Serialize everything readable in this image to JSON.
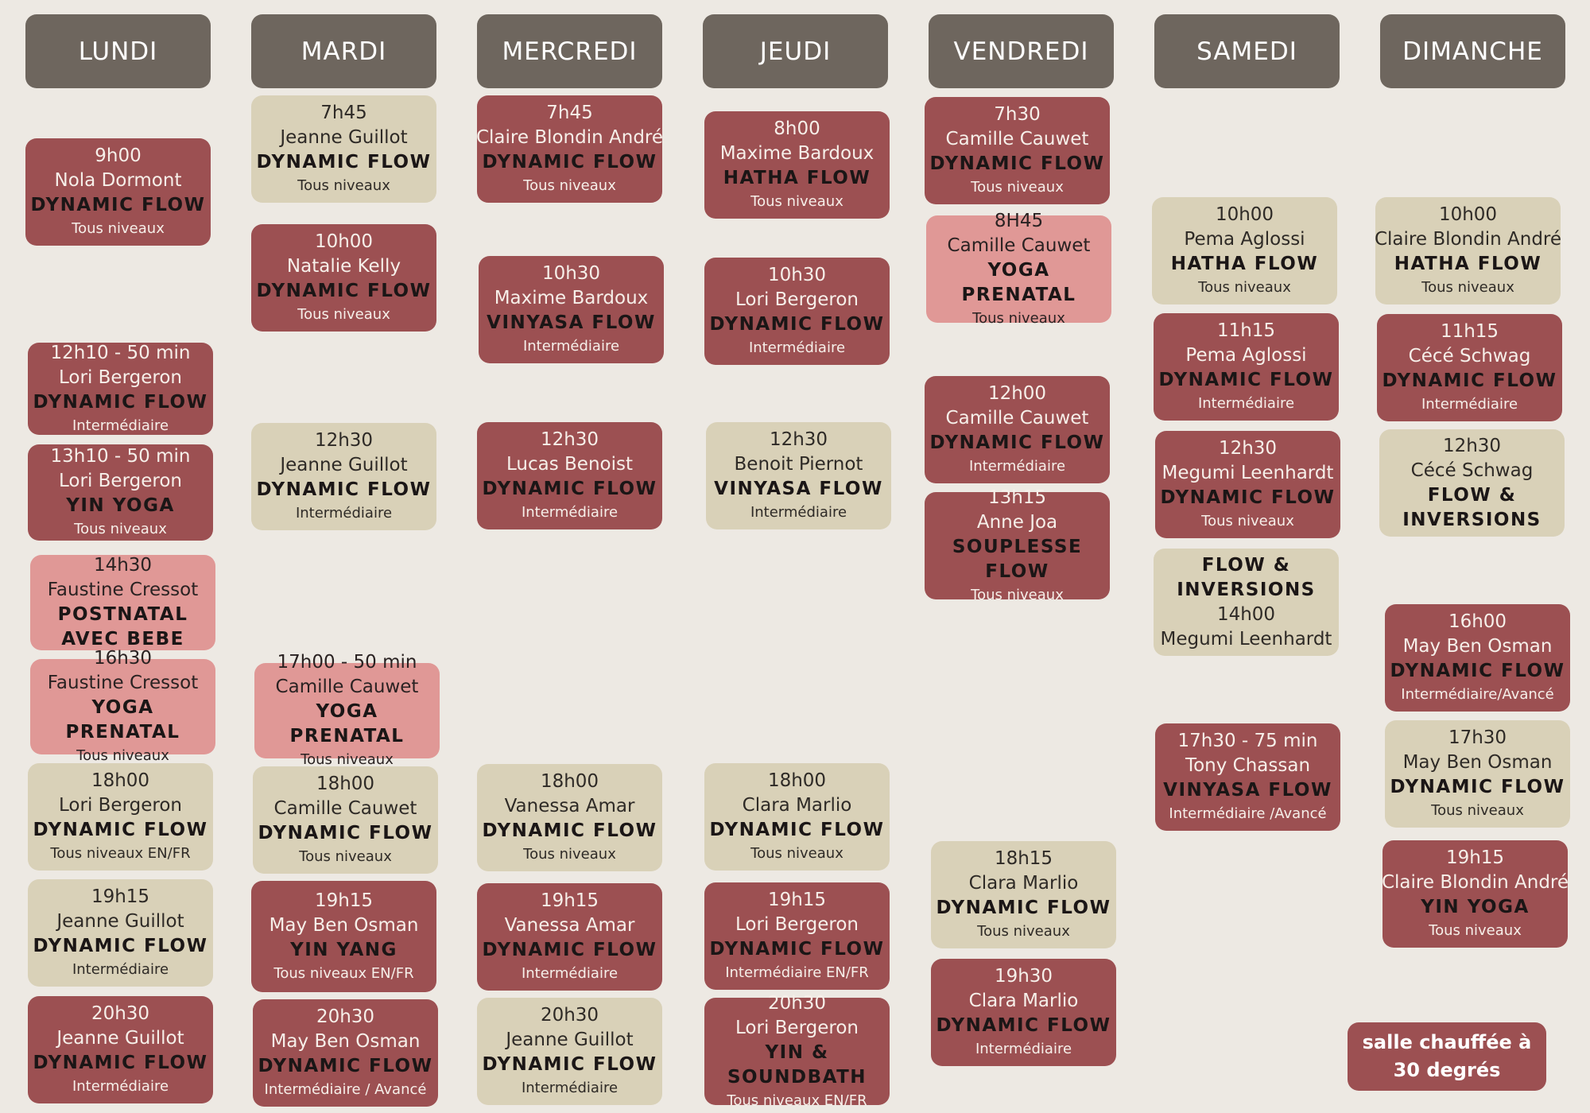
{
  "days": [
    "LUNDI",
    "MARDI",
    "MERCREDI",
    "JEUDI",
    "VENDREDI",
    "SAMEDI",
    "DIMANCHE"
  ],
  "cards": [
    {
      "tone": "r",
      "lines": [
        {
          "k": "ln",
          "t": "9h00"
        },
        {
          "k": "ln",
          "t": "Nola Dormont"
        },
        {
          "k": "cls",
          "t": "DYNAMIC FLOW"
        },
        {
          "k": "lvl",
          "t": "Tous niveaux"
        }
      ]
    },
    {
      "tone": "r",
      "lines": [
        {
          "k": "ln",
          "t": "12h10 - 50 min"
        },
        {
          "k": "ln",
          "t": "Lori Bergeron"
        },
        {
          "k": "cls",
          "t": "DYNAMIC FLOW"
        },
        {
          "k": "lvl",
          "t": "Intermédiaire"
        }
      ]
    },
    {
      "tone": "r",
      "lines": [
        {
          "k": "ln",
          "t": "13h10 - 50 min"
        },
        {
          "k": "ln",
          "t": "Lori Bergeron"
        },
        {
          "k": "cls",
          "t": "YIN YOGA"
        },
        {
          "k": "lvl",
          "t": "Tous niveaux"
        }
      ]
    },
    {
      "tone": "p",
      "lines": [
        {
          "k": "ln",
          "t": "14h30"
        },
        {
          "k": "ln",
          "t": "Faustine Cressot"
        },
        {
          "k": "cls",
          "t": "POSTNATAL"
        },
        {
          "k": "cls",
          "t": "AVEC BEBE"
        }
      ]
    },
    {
      "tone": "p",
      "lines": [
        {
          "k": "ln",
          "t": "16h30"
        },
        {
          "k": "ln",
          "t": "Faustine Cressot"
        },
        {
          "k": "cls",
          "t": "YOGA PRENATAL"
        },
        {
          "k": "lvl",
          "t": "Tous niveaux"
        }
      ]
    },
    {
      "tone": "b",
      "lines": [
        {
          "k": "ln",
          "t": "18h00"
        },
        {
          "k": "ln",
          "t": "Lori Bergeron"
        },
        {
          "k": "cls",
          "t": "DYNAMIC FLOW"
        },
        {
          "k": "lvl",
          "t": "Tous niveaux EN/FR"
        }
      ]
    },
    {
      "tone": "b",
      "lines": [
        {
          "k": "ln",
          "t": "19h15"
        },
        {
          "k": "ln",
          "t": "Jeanne Guillot"
        },
        {
          "k": "cls",
          "t": "DYNAMIC FLOW"
        },
        {
          "k": "lvl",
          "t": "Intermédiaire"
        }
      ]
    },
    {
      "tone": "r",
      "lines": [
        {
          "k": "ln",
          "t": "20h30"
        },
        {
          "k": "ln",
          "t": "Jeanne Guillot"
        },
        {
          "k": "cls",
          "t": "DYNAMIC FLOW"
        },
        {
          "k": "lvl",
          "t": "Intermédiaire"
        }
      ]
    },
    {
      "tone": "b",
      "lines": [
        {
          "k": "ln",
          "t": "7h45"
        },
        {
          "k": "ln",
          "t": "Jeanne Guillot"
        },
        {
          "k": "cls",
          "t": "DYNAMIC FLOW"
        },
        {
          "k": "lvl",
          "t": "Tous niveaux"
        }
      ]
    },
    {
      "tone": "r",
      "lines": [
        {
          "k": "ln",
          "t": "10h00"
        },
        {
          "k": "ln",
          "t": "Natalie Kelly"
        },
        {
          "k": "cls",
          "t": "DYNAMIC FLOW"
        },
        {
          "k": "lvl",
          "t": "Tous niveaux"
        }
      ]
    },
    {
      "tone": "b",
      "lines": [
        {
          "k": "ln",
          "t": "12h30"
        },
        {
          "k": "ln",
          "t": "Jeanne Guillot"
        },
        {
          "k": "cls",
          "t": "DYNAMIC FLOW"
        },
        {
          "k": "lvl",
          "t": "Intermédiaire"
        }
      ]
    },
    {
      "tone": "p",
      "lines": [
        {
          "k": "ln",
          "t": "17h00 - 50 min"
        },
        {
          "k": "ln",
          "t": "Camille Cauwet"
        },
        {
          "k": "cls",
          "t": "YOGA PRENATAL"
        },
        {
          "k": "lvl",
          "t": "Tous niveaux"
        }
      ]
    },
    {
      "tone": "b",
      "lines": [
        {
          "k": "ln",
          "t": "18h00"
        },
        {
          "k": "ln",
          "t": "Camille Cauwet"
        },
        {
          "k": "cls",
          "t": "DYNAMIC FLOW"
        },
        {
          "k": "lvl",
          "t": "Tous niveaux"
        }
      ]
    },
    {
      "tone": "r",
      "lines": [
        {
          "k": "ln",
          "t": "19h15"
        },
        {
          "k": "ln",
          "t": "May Ben Osman"
        },
        {
          "k": "cls",
          "t": "YIN YANG"
        },
        {
          "k": "lvl",
          "t": "Tous niveaux EN/FR"
        }
      ]
    },
    {
      "tone": "r",
      "lines": [
        {
          "k": "ln",
          "t": "20h30"
        },
        {
          "k": "ln",
          "t": "May Ben Osman"
        },
        {
          "k": "cls",
          "t": "DYNAMIC FLOW"
        },
        {
          "k": "lvl",
          "t": "Intermédiaire / Avancé"
        }
      ]
    },
    {
      "tone": "r",
      "lines": [
        {
          "k": "ln",
          "t": "7h45"
        },
        {
          "k": "ln",
          "t": "Claire Blondin André"
        },
        {
          "k": "cls",
          "t": "DYNAMIC FLOW"
        },
        {
          "k": "lvl",
          "t": "Tous niveaux"
        }
      ]
    },
    {
      "tone": "r",
      "lines": [
        {
          "k": "ln",
          "t": "10h30"
        },
        {
          "k": "ln",
          "t": "Maxime Bardoux"
        },
        {
          "k": "cls",
          "t": "VINYASA FLOW"
        },
        {
          "k": "lvl",
          "t": "Intermédiaire"
        }
      ]
    },
    {
      "tone": "r",
      "lines": [
        {
          "k": "ln",
          "t": "12h30"
        },
        {
          "k": "ln",
          "t": "Lucas Benoist"
        },
        {
          "k": "cls",
          "t": "DYNAMIC FLOW"
        },
        {
          "k": "lvl",
          "t": "Intermédiaire"
        }
      ]
    },
    {
      "tone": "b",
      "lines": [
        {
          "k": "ln",
          "t": "18h00"
        },
        {
          "k": "ln",
          "t": "Vanessa Amar"
        },
        {
          "k": "cls",
          "t": "DYNAMIC FLOW"
        },
        {
          "k": "lvl",
          "t": "Tous niveaux"
        }
      ]
    },
    {
      "tone": "r",
      "lines": [
        {
          "k": "ln",
          "t": "19h15"
        },
        {
          "k": "ln",
          "t": "Vanessa Amar"
        },
        {
          "k": "cls",
          "t": "DYNAMIC FLOW"
        },
        {
          "k": "lvl",
          "t": "Intermédiaire"
        }
      ]
    },
    {
      "tone": "b",
      "lines": [
        {
          "k": "ln",
          "t": "20h30"
        },
        {
          "k": "ln",
          "t": "Jeanne Guillot"
        },
        {
          "k": "cls",
          "t": "DYNAMIC FLOW"
        },
        {
          "k": "lvl",
          "t": "Intermédiaire"
        }
      ]
    },
    {
      "tone": "r",
      "lines": [
        {
          "k": "ln",
          "t": "8h00"
        },
        {
          "k": "ln",
          "t": "Maxime Bardoux"
        },
        {
          "k": "cls",
          "t": "HATHA FLOW"
        },
        {
          "k": "lvl",
          "t": "Tous niveaux"
        }
      ]
    },
    {
      "tone": "r",
      "lines": [
        {
          "k": "ln",
          "t": "10h30"
        },
        {
          "k": "ln",
          "t": "Lori Bergeron"
        },
        {
          "k": "cls",
          "t": "DYNAMIC FLOW"
        },
        {
          "k": "lvl",
          "t": "Intermédiaire"
        }
      ]
    },
    {
      "tone": "b",
      "lines": [
        {
          "k": "ln",
          "t": "12h30"
        },
        {
          "k": "ln",
          "t": "Benoit Piernot"
        },
        {
          "k": "cls",
          "t": "VINYASA FLOW"
        },
        {
          "k": "lvl",
          "t": "Intermédiaire"
        }
      ]
    },
    {
      "tone": "b",
      "lines": [
        {
          "k": "ln",
          "t": "18h00"
        },
        {
          "k": "ln",
          "t": "Clara Marlio"
        },
        {
          "k": "cls",
          "t": "DYNAMIC FLOW"
        },
        {
          "k": "lvl",
          "t": "Tous niveaux"
        }
      ]
    },
    {
      "tone": "r",
      "lines": [
        {
          "k": "ln",
          "t": "19h15"
        },
        {
          "k": "ln",
          "t": "Lori Bergeron"
        },
        {
          "k": "cls",
          "t": "DYNAMIC FLOW"
        },
        {
          "k": "lvl",
          "t": "Intermédiaire EN/FR"
        }
      ]
    },
    {
      "tone": "r",
      "lines": [
        {
          "k": "ln",
          "t": "20h30"
        },
        {
          "k": "ln",
          "t": "Lori Bergeron"
        },
        {
          "k": "cls",
          "t": "YIN & SOUNDBATH"
        },
        {
          "k": "lvl",
          "t": "Tous niveaux EN/FR"
        }
      ]
    },
    {
      "tone": "r",
      "lines": [
        {
          "k": "ln",
          "t": "7h30"
        },
        {
          "k": "ln",
          "t": "Camille Cauwet"
        },
        {
          "k": "cls",
          "t": "DYNAMIC FLOW"
        },
        {
          "k": "lvl",
          "t": "Tous niveaux"
        }
      ]
    },
    {
      "tone": "p",
      "lines": [
        {
          "k": "ln",
          "t": "8H45"
        },
        {
          "k": "ln",
          "t": "Camille Cauwet"
        },
        {
          "k": "cls",
          "t": "YOGA PRENATAL"
        },
        {
          "k": "lvl",
          "t": "Tous niveaux"
        }
      ]
    },
    {
      "tone": "r",
      "lines": [
        {
          "k": "ln",
          "t": "12h00"
        },
        {
          "k": "ln",
          "t": "Camille Cauwet"
        },
        {
          "k": "cls",
          "t": "DYNAMIC FLOW"
        },
        {
          "k": "lvl",
          "t": "Intermédiaire"
        }
      ]
    },
    {
      "tone": "r",
      "lines": [
        {
          "k": "ln",
          "t": "13h15"
        },
        {
          "k": "ln",
          "t": "Anne Joa"
        },
        {
          "k": "cls",
          "t": "SOUPLESSE FLOW"
        },
        {
          "k": "lvl",
          "t": "Tous niveaux"
        }
      ]
    },
    {
      "tone": "b",
      "lines": [
        {
          "k": "ln",
          "t": "18h15"
        },
        {
          "k": "ln",
          "t": "Clara Marlio"
        },
        {
          "k": "cls",
          "t": "DYNAMIC FLOW"
        },
        {
          "k": "lvl",
          "t": "Tous niveaux"
        }
      ]
    },
    {
      "tone": "r",
      "lines": [
        {
          "k": "ln",
          "t": "19h30"
        },
        {
          "k": "ln",
          "t": "Clara Marlio"
        },
        {
          "k": "cls",
          "t": "DYNAMIC FLOW"
        },
        {
          "k": "lvl",
          "t": "Intermédiaire"
        }
      ]
    },
    {
      "tone": "b",
      "lines": [
        {
          "k": "ln",
          "t": "10h00"
        },
        {
          "k": "ln",
          "t": "Pema Aglossi"
        },
        {
          "k": "cls",
          "t": "HATHA FLOW"
        },
        {
          "k": "lvl",
          "t": "Tous niveaux"
        }
      ]
    },
    {
      "tone": "r",
      "lines": [
        {
          "k": "ln",
          "t": "11h15"
        },
        {
          "k": "ln",
          "t": "Pema Aglossi"
        },
        {
          "k": "cls",
          "t": "DYNAMIC FLOW"
        },
        {
          "k": "lvl",
          "t": "Intermédiaire"
        }
      ]
    },
    {
      "tone": "r",
      "lines": [
        {
          "k": "ln",
          "t": "12h30"
        },
        {
          "k": "ln",
          "t": "Megumi Leenhardt"
        },
        {
          "k": "cls",
          "t": "DYNAMIC FLOW"
        },
        {
          "k": "lvl",
          "t": "Tous niveaux"
        }
      ]
    },
    {
      "tone": "b",
      "lines": [
        {
          "k": "cls",
          "t": "FLOW &"
        },
        {
          "k": "cls",
          "t": "INVERSIONS"
        },
        {
          "k": "ln",
          "t": "14h00"
        },
        {
          "k": "ln",
          "t": "Megumi Leenhardt"
        }
      ]
    },
    {
      "tone": "r",
      "lines": [
        {
          "k": "ln",
          "t": "17h30 - 75 min"
        },
        {
          "k": "ln",
          "t": "Tony Chassan"
        },
        {
          "k": "cls",
          "t": "VINYASA FLOW"
        },
        {
          "k": "lvl",
          "t": "Intermédiaire /Avancé"
        }
      ]
    },
    {
      "tone": "b",
      "lines": [
        {
          "k": "ln",
          "t": "10h00"
        },
        {
          "k": "ln",
          "t": "Claire Blondin André"
        },
        {
          "k": "cls",
          "t": "HATHA FLOW"
        },
        {
          "k": "lvl",
          "t": "Tous niveaux"
        }
      ]
    },
    {
      "tone": "r",
      "lines": [
        {
          "k": "ln",
          "t": "11h15"
        },
        {
          "k": "ln",
          "t": "Cécé Schwag"
        },
        {
          "k": "cls",
          "t": "DYNAMIC FLOW"
        },
        {
          "k": "lvl",
          "t": "Intermédiaire"
        }
      ]
    },
    {
      "tone": "b",
      "lines": [
        {
          "k": "ln",
          "t": "12h30"
        },
        {
          "k": "ln",
          "t": "Cécé Schwag"
        },
        {
          "k": "cls",
          "t": "FLOW &"
        },
        {
          "k": "cls",
          "t": "INVERSIONS"
        }
      ]
    },
    {
      "tone": "r",
      "lines": [
        {
          "k": "ln",
          "t": "16h00"
        },
        {
          "k": "ln",
          "t": "May Ben Osman"
        },
        {
          "k": "cls",
          "t": "DYNAMIC FLOW"
        },
        {
          "k": "lvl",
          "t": "Intermédiaire/Avancé"
        }
      ]
    },
    {
      "tone": "b",
      "lines": [
        {
          "k": "ln",
          "t": "17h30"
        },
        {
          "k": "ln",
          "t": "May Ben Osman"
        },
        {
          "k": "cls",
          "t": "DYNAMIC FLOW"
        },
        {
          "k": "lvl",
          "t": "Tous niveaux"
        }
      ]
    },
    {
      "tone": "r",
      "lines": [
        {
          "k": "ln",
          "t": "19h15"
        },
        {
          "k": "ln",
          "t": "Claire Blondin André"
        },
        {
          "k": "cls",
          "t": "YIN YOGA"
        },
        {
          "k": "lvl",
          "t": "Tous niveaux"
        }
      ]
    }
  ],
  "note": {
    "tone": "r",
    "lines": [
      {
        "k": "ext",
        "t": "salle chauffée à"
      },
      {
        "k": "ext",
        "t": "30 degrés"
      }
    ]
  }
}
